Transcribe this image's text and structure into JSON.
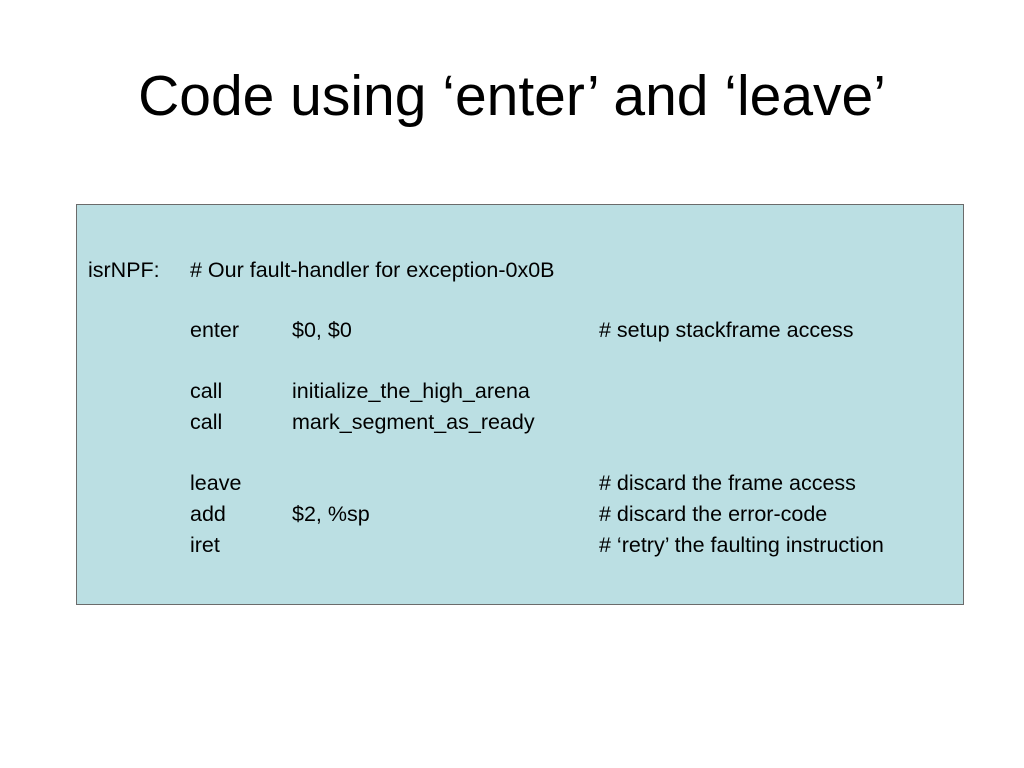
{
  "slide": {
    "title": "Code using ‘enter’ and ‘leave’"
  },
  "code": {
    "label": "isrNPF:",
    "header_comment": "# Our fault-handler for exception-0x0B",
    "lines": [
      {
        "op": "enter",
        "arg": "$0, $0",
        "comment": "# setup stackframe access"
      },
      {
        "op": "call",
        "arg": "initialize_the_high_arena",
        "comment": ""
      },
      {
        "op": "call",
        "arg": "mark_segment_as_ready",
        "comment": ""
      },
      {
        "op": "leave",
        "arg": "",
        "comment": "# discard the frame access"
      },
      {
        "op": "add",
        "arg": "$2, %sp",
        "comment": "# discard the error-code"
      },
      {
        "op": "iret",
        "arg": "",
        "comment": "# ‘retry’ the faulting instruction"
      }
    ]
  },
  "colors": {
    "box_background": "#bbdfe3",
    "box_border": "#6b6b6b",
    "text": "#000000"
  }
}
